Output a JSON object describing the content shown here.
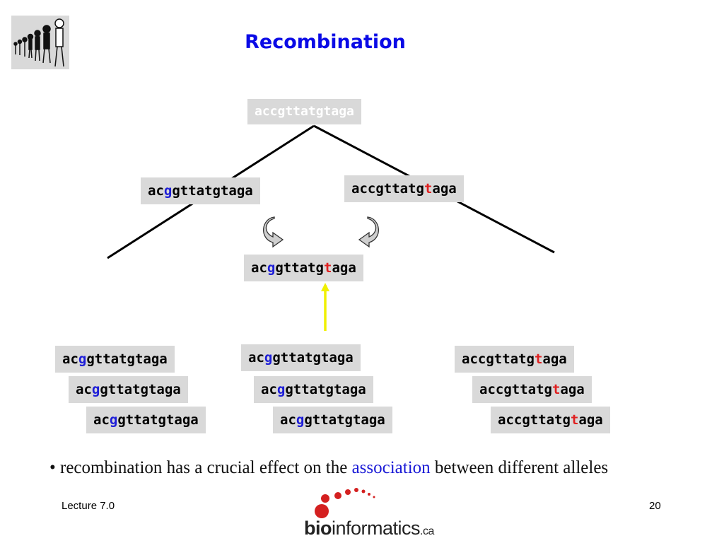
{
  "slide": {
    "title": "Recombination",
    "root": "accgttatgtaga",
    "left_parent": {
      "a": "ac",
      "b": "g",
      "c": "gttatgtaga"
    },
    "right_parent": {
      "a": "accgttatg",
      "b": "t",
      "c": "aga"
    },
    "recombinant": {
      "a": "ac",
      "b": "g",
      "c": "gttatg",
      "d": "t",
      "e": "aga"
    },
    "group_left": {
      "a": "ac",
      "b": "g",
      "c": "gttatgtaga"
    },
    "group_mid": {
      "a": "ac",
      "b": "g",
      "c": "gttatgtaga"
    },
    "group_right": {
      "a": "accgttatg",
      "b": "t",
      "c": "aga"
    },
    "bullet_prefix": "• recombination has a crucial effect on the ",
    "bullet_highlight": "association",
    "bullet_suffix": " between different alleles",
    "footer_left": "Lecture 7.0",
    "page_number": "20",
    "logo_bold": "bio",
    "logo_main": "informatics",
    "logo_suffix": ".ca"
  },
  "colors": {
    "title": "#0a0ae6",
    "box_bg": "#d9d9d9",
    "mutation_blue": "#1d1dd8",
    "mutation_red": "#e02020",
    "arrow": "#f0f000",
    "logo_red": "#d42020"
  },
  "icons": [
    "people-evolution-icon",
    "curved-arrow-icon",
    "bioinformatics-logo-icon"
  ]
}
